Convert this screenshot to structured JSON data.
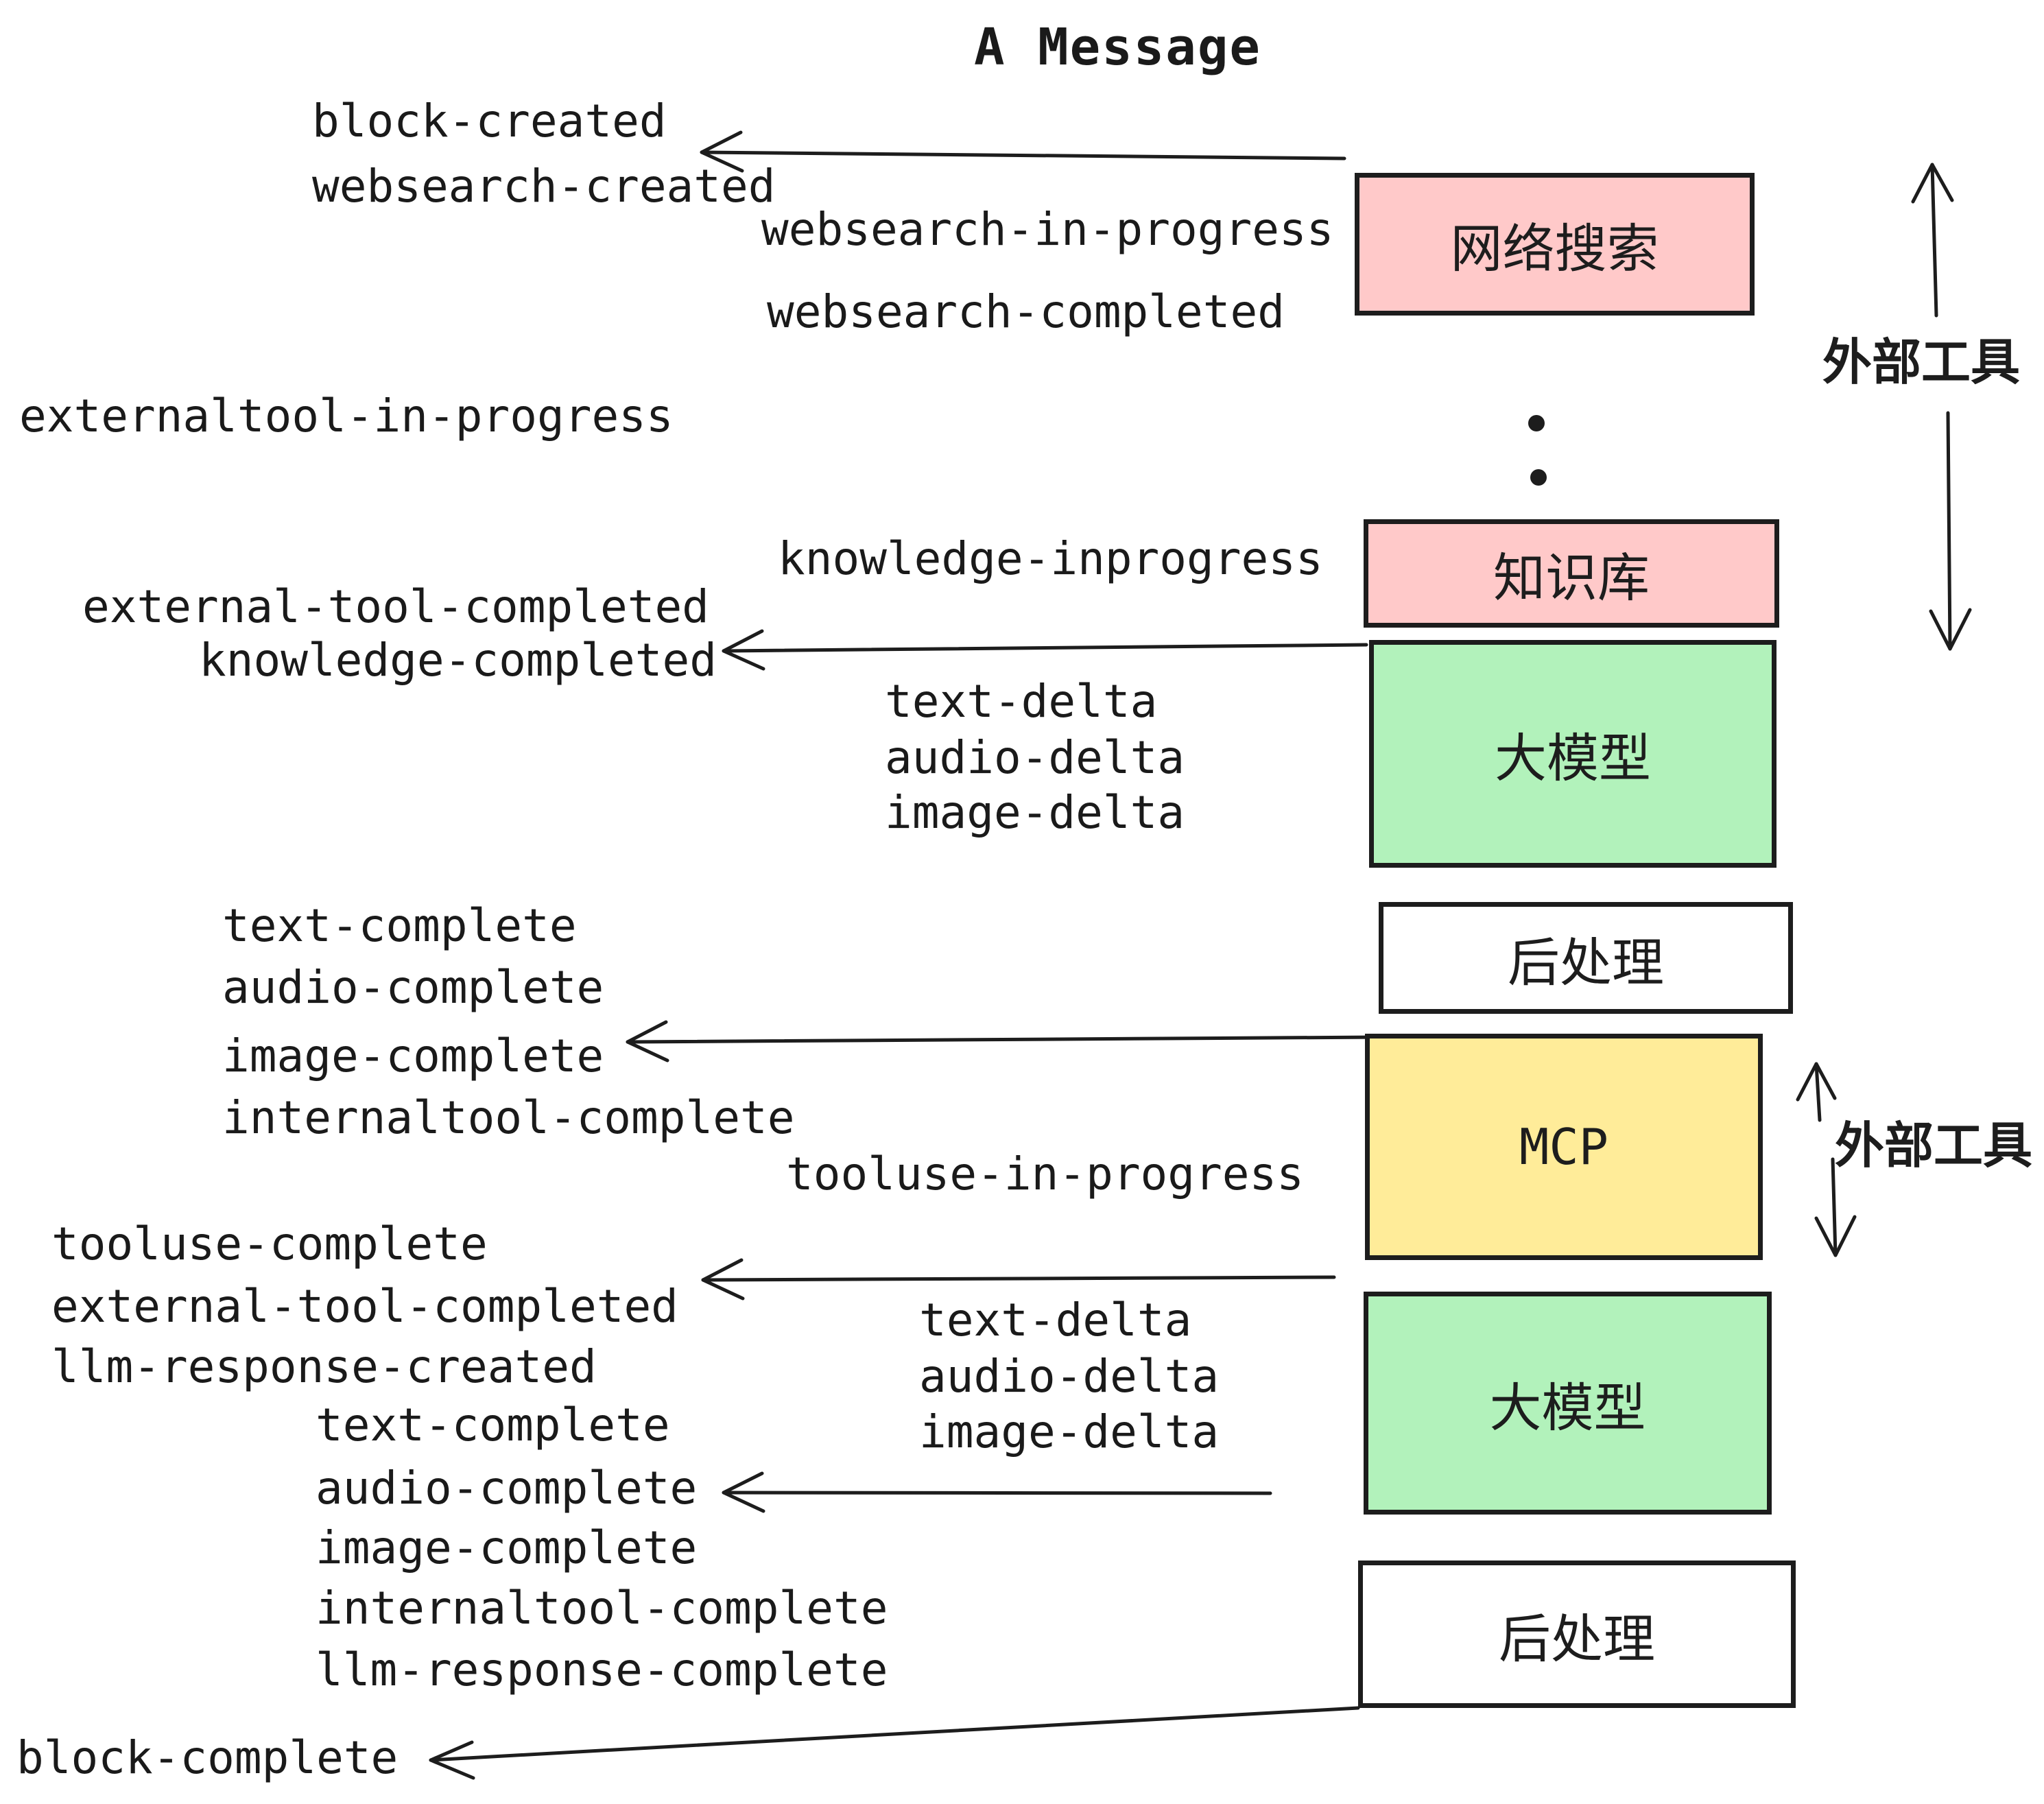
{
  "title": "A Message",
  "colors": {
    "pink": "#ffc9c9",
    "green": "#b2f2bb",
    "yellow": "#ffec99",
    "white": "#ffffff",
    "ink": "#1a1a1a"
  },
  "boxes": {
    "websearch": {
      "label": "网络搜索",
      "color": "pink"
    },
    "knowledge": {
      "label": "知识库",
      "color": "pink"
    },
    "llm_1": {
      "label": "大模型",
      "color": "green"
    },
    "postprocess_1": {
      "label": "后处理",
      "color": "white"
    },
    "mcp": {
      "label": "MCP",
      "color": "yellow"
    },
    "llm_2": {
      "label": "大模型",
      "color": "green"
    },
    "postprocess_2": {
      "label": "后处理",
      "color": "white"
    }
  },
  "side_labels": {
    "external_tools_top": "外部工具",
    "external_tools_bottom": "外部工具"
  },
  "events": {
    "block_created": "block-created",
    "websearch_created": "websearch-created",
    "websearch_in_progress": "websearch-in-progress",
    "websearch_completed": "websearch-completed",
    "externaltool_in_progress": "externaltool-in-progress",
    "knowledge_inprogress": "knowledge-inprogress",
    "external_tool_completed": "external-tool-completed",
    "knowledge_completed": "knowledge-completed",
    "text_delta": "text-delta",
    "audio_delta": "audio-delta",
    "image_delta": "image-delta",
    "text_complete": "text-complete",
    "audio_complete": "audio-complete",
    "image_complete": "image-complete",
    "internaltool_complete": "internaltool-complete",
    "tooluse_in_progress": "tooluse-in-progress",
    "tooluse_complete": "tooluse-complete",
    "llm_response_created": "llm-response-created",
    "llm_response_complete": "llm-response-complete",
    "block_complete": "block-complete"
  }
}
